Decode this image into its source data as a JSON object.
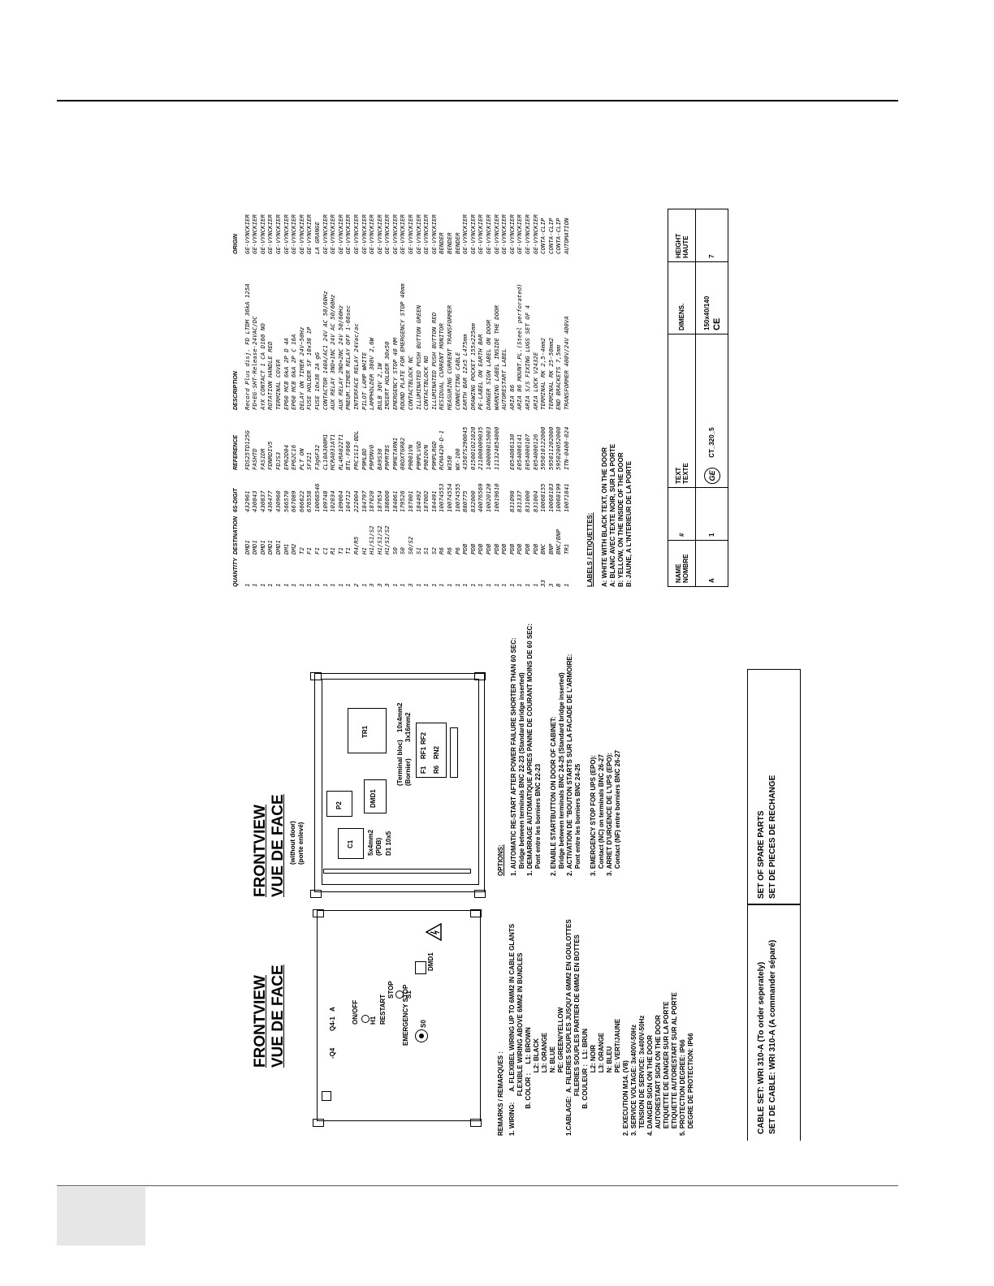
{
  "left_view": {
    "title_en": "FRONTVIEW",
    "title_fr": "VUE DE FACE",
    "labels": [
      "-Q4",
      "Q4-1",
      "ON/OFF",
      "H1",
      "RESTART",
      "DMD1",
      "STOP",
      "S1",
      "S0",
      "EMERGENCY STOP",
      "A"
    ]
  },
  "right_view": {
    "title_en": "FRONTVIEW",
    "title_fr": "VUE DE FACE",
    "sub_en": "(without door)",
    "sub_fr": "(porte enlevé)",
    "labels": [
      "TR1",
      "C1",
      "DMD1",
      "P2",
      "F1",
      "RF1",
      "RF2",
      "R6",
      "RN2",
      "5x4mm2",
      "(PDB)",
      "3x16mm2",
      "D1 10x5",
      "(Terminal bloc)",
      "(Bornier)",
      "10x4mm2"
    ]
  },
  "remarks": {
    "heading": "REMARKS / REMARQUES :",
    "lines": [
      "1. WIRING:      A. FLEXIBEL WIRING UP TO 6MM2 IN CABLE GLANTS",
      "                      FLEXIBLE WIRING ABOVE 6MM2 IN BUNDLES",
      "               B. COLOR :     L1: BROWN",
      "                                   L2: BLACK",
      "                                   L3: ORANGE",
      "                                   N: BLUE",
      "                                   PE: GREEN/YELLOW",
      "1.CABLAGE:  A. FILERIES SOUPLES JUSQU'A 6MM2 EN GOULOTTES",
      "                      FILERIES SOUPLES PARTIER DE 6MM2 EN BOTTES",
      "               B. COULEUR :   L1: BRUN",
      "                                   L2: NOIR",
      "                                   L3: ORANGE",
      "                                   N: BLEU",
      "                                   PE: VERT/JAUNE",
      "2. EXECUTION M14. (V8)",
      "3. SERVICE VOLTAGE: 3x400V-50Hz",
      "    TENSION DE SERVICE: 3x400V-50Hz",
      "4. DANGER SIGN ON THE DOOR",
      "    AUTORESTART SIGN ON THE DOOR",
      "    ETIQUETTE DE DANGER SUR LA PORTE",
      "    ETIQUETTE AUTORESTART SUR AL PORTE",
      "5. PROTECTION DEGREE: IP66",
      "    DEGRE DE PROTECTION: IP66"
    ]
  },
  "options": {
    "heading": "OPTIONS:",
    "lines": [
      "1. AUTOMATIC RE-START AFTER POWER FAILURE SHORTER THAN 60 SEC:",
      "    Bridge between terminals BNC 22-23 (Standard bridge inserted)",
      "1. DEMARRAGE AUTOMATIQUE APRES PANNE DE COURANT MOINS DE 60 SEC:",
      "    Pont entre les borniers BNC 22-23",
      "",
      "2. ENABLE STARTBUTTON ON DOOR OF CABINET:",
      "    Bridge between terminals BNC 24-25 (Standard bridge inserted)",
      "2. ACTIVATION DE \"BOUTON STARTS SUR LA FACADE DE L'ARMOIRE:",
      "    Pont entre les borniers BNC 24-25",
      "",
      "3. EMERGENCY STOP FOR UPS (EPO):",
      "    Contact (NC) on terminals BNC 26-27",
      "3. ARRET D'URGENCE DE L'UPS (EPO):",
      "    Contact (NF) entre borniers BNC 26-27"
    ]
  },
  "labels_section": {
    "heading": "LABELS / ETIQUETTES:",
    "lines": [
      "A: WHITE WITH BLACK TEXT, ON THE DOOR",
      "A: BLANC AVEC TEXTE NOIR, SUR LA PORTE",
      "B: YELLOW, ON THE INSIDE OF THE DOOR",
      "B: JAUNE, A L'INTERIEUR DE LA PORTE"
    ],
    "table": {
      "headers": [
        "NAME\nNOMBRE",
        "#",
        "TEXT\nTEXTE",
        "DIMENS.",
        "HEIGHT\nHAUTE"
      ],
      "row": [
        "A",
        "1",
        "CT_320_5",
        "150x40/140",
        "7"
      ],
      "ce_mark": "CE"
    }
  },
  "cable_set": {
    "line1": "CABLE SET: WRI 310-A (To order seperately)",
    "line2": "SET DE CABLE: WRI 310-A (A commander séparé)"
  },
  "spare_parts": {
    "line1": "SET OF SPARE PARTS",
    "line2": "SET DE PIECES DE RECHANGE"
  },
  "parts_table": {
    "headers": [
      "QUANTITY",
      "DESTINATION",
      "6S-DIGIT",
      "REFERENCE",
      "DESCRIPTION",
      "ORIGIN"
    ],
    "rows": [
      [
        "1",
        "DMD1",
        "432961",
        "FDS25TD125G",
        "Record Plus disj. FD LTDM 36kA 125A",
        "GE-VYNCKIER"
      ],
      [
        "1",
        "DMD1",
        "430843",
        "FASHTD",
        "FD+EG-SHT-Release-24VAC/DC",
        "GE-VYNCKIER"
      ],
      [
        "1",
        "DMD1",
        "430837",
        "FAS1DR",
        "AYX CONTACT 1 CA D160 NO",
        "GE-VYNCKIER"
      ],
      [
        "1",
        "DMD1",
        "436477",
        "FDNRDIV5",
        "ROTATION HANDLE RED",
        "GE-VYNCKIER"
      ],
      [
        "1",
        "DMD1",
        "430960",
        "FDJS3",
        "TERMINAL COVER",
        "GE-VYNCKIER"
      ],
      [
        "1",
        "DM1",
        "566570",
        "EP62D04",
        "EP60 MCB 6kA 2P D 4A",
        "GE-VYNCKIER"
      ],
      [
        "1",
        "DM2",
        "667089",
        "EP62C16",
        "EP60 MCB 6kA 2P C 16A",
        "GE-VYNCKIER"
      ],
      [
        "1",
        "T2",
        "666622",
        "PLT ON",
        "DELAY ON TIMER 24V~50Hz",
        "GE-VYNCKIER"
      ],
      [
        "1",
        "F1",
        "676558",
        "SF321",
        "FUSE HOLDER SF 10x38 1P",
        "GE-VYNCKIER"
      ],
      [
        "1",
        "F1",
        "10068546",
        "F3gGF32",
        "FUSE 10x38  2A  gG",
        "LA GRANGE"
      ],
      [
        "1",
        "C1",
        "109748",
        "CL10A300M1",
        "CONTACTOR 140A/AC1 24V AC 50/60Hz",
        "GE-VYNCKIER"
      ],
      [
        "1",
        "R1",
        "102034",
        "MCRA031AT1",
        "AUX RELAY 3NO+1NC  24V AC 50/60Hz",
        "GE-VYNCKIER"
      ],
      [
        "1",
        "T1",
        "109064",
        "RL4RA022T1",
        "AUX RELAY 2NO+2NC 24V 50/60Hz",
        "GE-VYNCKIER"
      ],
      [
        "1",
        "T1",
        "104712",
        "BTL-F060",
        "PNEUM.TIMER RELAY OFF 1-60sec",
        "GE-VYNCKIER"
      ],
      [
        "2",
        "R4/R5",
        "222004",
        "PRC1S13-BDL",
        "INTERFACE RELAY 24Vac/ac",
        "GE-VYNCKIER"
      ],
      [
        "1",
        "H1",
        "184797",
        "P9MLBD",
        "PILOT LAMP WHITE",
        "GE-VYNCKIER"
      ],
      [
        "3",
        "H1/S1/S2",
        "187020",
        "P9PDNV0",
        "LAMPHOLDER 380V 2,6W",
        "GE-VYNCKIER"
      ],
      [
        "3",
        "H1/S1/S2",
        "187654",
        "BA9S30",
        "BULB 30V 2,1W",
        "GE-VYNCKIER"
      ],
      [
        "3",
        "H1/S1/S2",
        "188000",
        "P9PRTBS",
        "INSERT HOLDER 30x50",
        "GE-VYNCKIER"
      ],
      [
        "1",
        "S0",
        "184061",
        "P9METARN1",
        "EMERGENCY STOP 40 MM",
        "GE-VYNCKIER"
      ],
      [
        "1",
        "S0",
        "179526",
        "08OXTGR02",
        "ROUND PLATE FOR EMERGENCY STOP 40mm",
        "GE-VYNCKIER"
      ],
      [
        "3",
        "S0/S2",
        "187001",
        "P9B01VN",
        "CONTACTBLOCK NC",
        "GE-VYNCKIER"
      ],
      [
        "1",
        "S1",
        "184492",
        "P9MPLVGD",
        "ILLUMINATED PUSH BUTTON GREEN",
        "GE-VYNCKIER"
      ],
      [
        "1",
        "S1",
        "187002",
        "P9B10VN",
        "CONTACTBLOCK NO",
        "GE-VYNCKIER"
      ],
      [
        "1",
        "S2",
        "184491",
        "P9MPLRGD",
        "ILLUMINATED PUSH BUTTON RED",
        "GE-VYNCKIER"
      ],
      [
        "1",
        "R6",
        "10074553",
        "RCMA420-D-1",
        "RESIDUAL CURRENT MONITOR",
        "BENDER"
      ],
      [
        "1",
        "R6",
        "10074554",
        "W35B",
        "MEASURING CURRENT TRANSFORMER",
        "BENDER"
      ],
      [
        "1",
        "P6",
        "10074555",
        "WX-100",
        "CONNECTING CABLE",
        "BENDER"
      ],
      [
        "1",
        "PDB",
        "880775",
        "43507S290045",
        "EARTH BAR 12x5 L475mm",
        "GE-VYNCKIER"
      ],
      [
        "1",
        "PDB",
        "832000",
        "015001021020",
        "DRAWING POCKET 155x225mm",
        "GE-VYNCKIER"
      ],
      [
        "1",
        "PDB",
        "40076569",
        "211008009035",
        "PE-LABEL ON EARTH BAR",
        "GE-VYNCKIER"
      ],
      [
        "1",
        "PDB",
        "10020120",
        "140008015003",
        "DANGER SIGN LABEL ON DOOR",
        "GE-VYNCKIER"
      ],
      [
        "1",
        "PDB",
        "10019610",
        "111324854000",
        "WARNING LABEL INSIDE THE DOOR",
        "GE-VYNCKIER"
      ],
      [
        "1",
        "PDB",
        "",
        "",
        "AUTORESTART LABEL",
        "GE-VYNCKIER"
      ],
      [
        "1",
        "PDB",
        "831098",
        "E054086130",
        "ARIA 86",
        "GE-VYNCKIER"
      ],
      [
        "1",
        "PDB",
        "831337",
        "E054086141",
        "ARIA 86 MOUNT.PL.(Steel perforated)",
        "GE-VYNCKIER"
      ],
      [
        "1",
        "PDB",
        "831000",
        "E054000107",
        "ARIA S/S FIXING LUGS SET OF 4",
        "GE-VYNCKIER"
      ],
      [
        "1",
        "PDB",
        "831004",
        "E054000126",
        "ARIA LOCK V2432E",
        "GE-VYNCKIER"
      ],
      [
        "33",
        "BNC",
        "10068155",
        "595010122000",
        "TERMINAL RK 2,5-4mm2",
        "CONTA-CLIP"
      ],
      [
        "3",
        "BNP",
        "10068183",
        "595011202000",
        "TERMINAL RK 25-50mm2",
        "CONTA-CLIP"
      ],
      [
        "8",
        "BNC/BNP",
        "10068199",
        "595020052000",
        "END BRACKETS 7,5mm",
        "CONTA-CLIP"
      ],
      [
        "1",
        "TR1",
        "10071841",
        "ITN-0400-024",
        "TRANSFORMER 400V/24V 400VA",
        "AUTOMATION"
      ]
    ]
  }
}
